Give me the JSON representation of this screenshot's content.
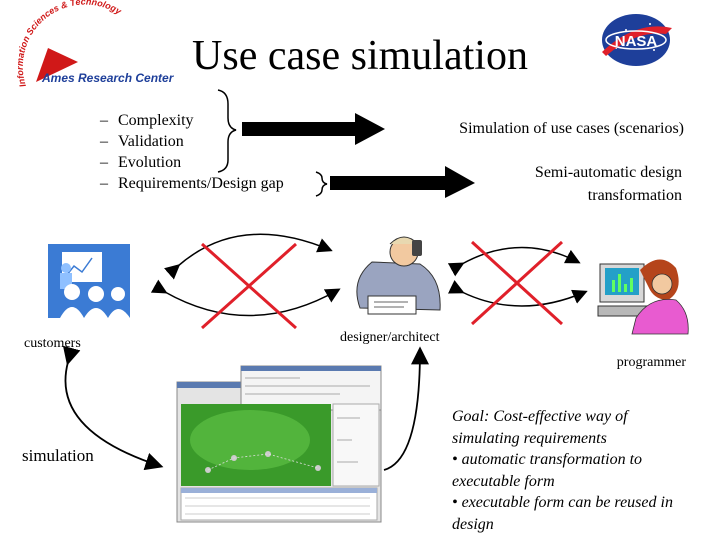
{
  "slide": {
    "title": "Use case simulation",
    "bullets": [
      "Complexity",
      "Validation",
      "Evolution",
      "Requirements/Design gap"
    ],
    "right_text_1": "Simulation of use cases (scenarios)",
    "right_text_2a": "Semi-automatic design",
    "right_text_2b": "transformation",
    "label_customers": "customers",
    "label_designer": "designer/architect",
    "label_programmer": "programmer",
    "label_simulation": "simulation",
    "goal_lines": [
      "Goal: Cost-effective way of",
      "simulating requirements",
      "• automatic transformation to",
      "executable form",
      "• executable form can be reused in",
      "design"
    ]
  },
  "logos": {
    "ames_arc_text": "Information Sciences & Technology",
    "ames_label": "Ames Research Center",
    "nasa_label": "NASA"
  },
  "colors": {
    "cross": "#e0202a",
    "ames_red": "#d01818",
    "nasa_blue": "#1e3f9a",
    "screen_green": "#3a9a2a"
  }
}
